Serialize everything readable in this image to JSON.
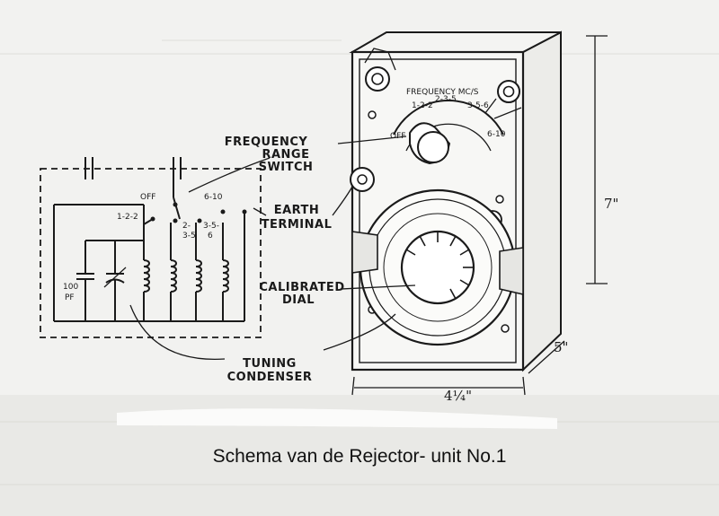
{
  "labels": {
    "frequency_range_switch": [
      "FREQUENCY",
      "RANGE",
      "SWITCH"
    ],
    "earth_terminal": [
      "EARTH",
      "TERMINAL"
    ],
    "calibrated_dial": [
      "CALIBRATED",
      "DIAL"
    ],
    "tuning_condenser": [
      "TUNING",
      "CONDENSER"
    ]
  },
  "switch_positions": {
    "off": "OFF",
    "p1": "1-2-2",
    "p2a": "2-",
    "p2b": "3-5",
    "p3a": "3-5-",
    "p3b": "6",
    "p4": "6-10"
  },
  "capacitor_value": [
    "100",
    "PF"
  ],
  "panel_scale": {
    "title": "FREQUENCY MC/S",
    "off": "OFF",
    "r1": "1-2-2",
    "r2": "2-3-5",
    "r3": "3-5-6",
    "r4": "6-10"
  },
  "dimensions": {
    "height": "7\"",
    "depth": "5\"",
    "width": "4¼\""
  },
  "caption": "Schema van de Rejector- unit No.1"
}
